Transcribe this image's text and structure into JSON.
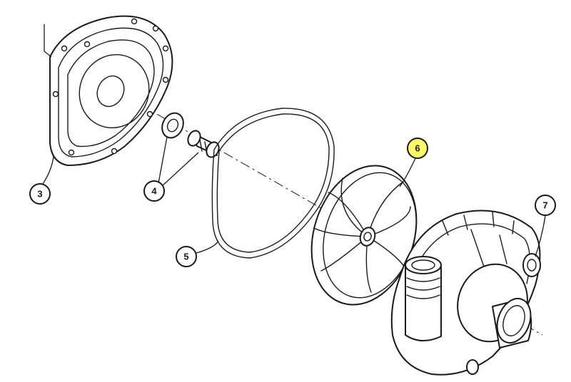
{
  "colors": {
    "line": "#1a1a1a",
    "background": "#ffffff",
    "callout_fill": "#ffffff",
    "highlight_fill": "#ffff66"
  },
  "callouts": [
    {
      "id": "3",
      "label": "3",
      "highlighted": false
    },
    {
      "id": "4",
      "label": "4",
      "highlighted": false
    },
    {
      "id": "5",
      "label": "5",
      "highlighted": false
    },
    {
      "id": "6",
      "label": "6",
      "highlighted": true
    },
    {
      "id": "7",
      "label": "7",
      "highlighted": false
    }
  ]
}
